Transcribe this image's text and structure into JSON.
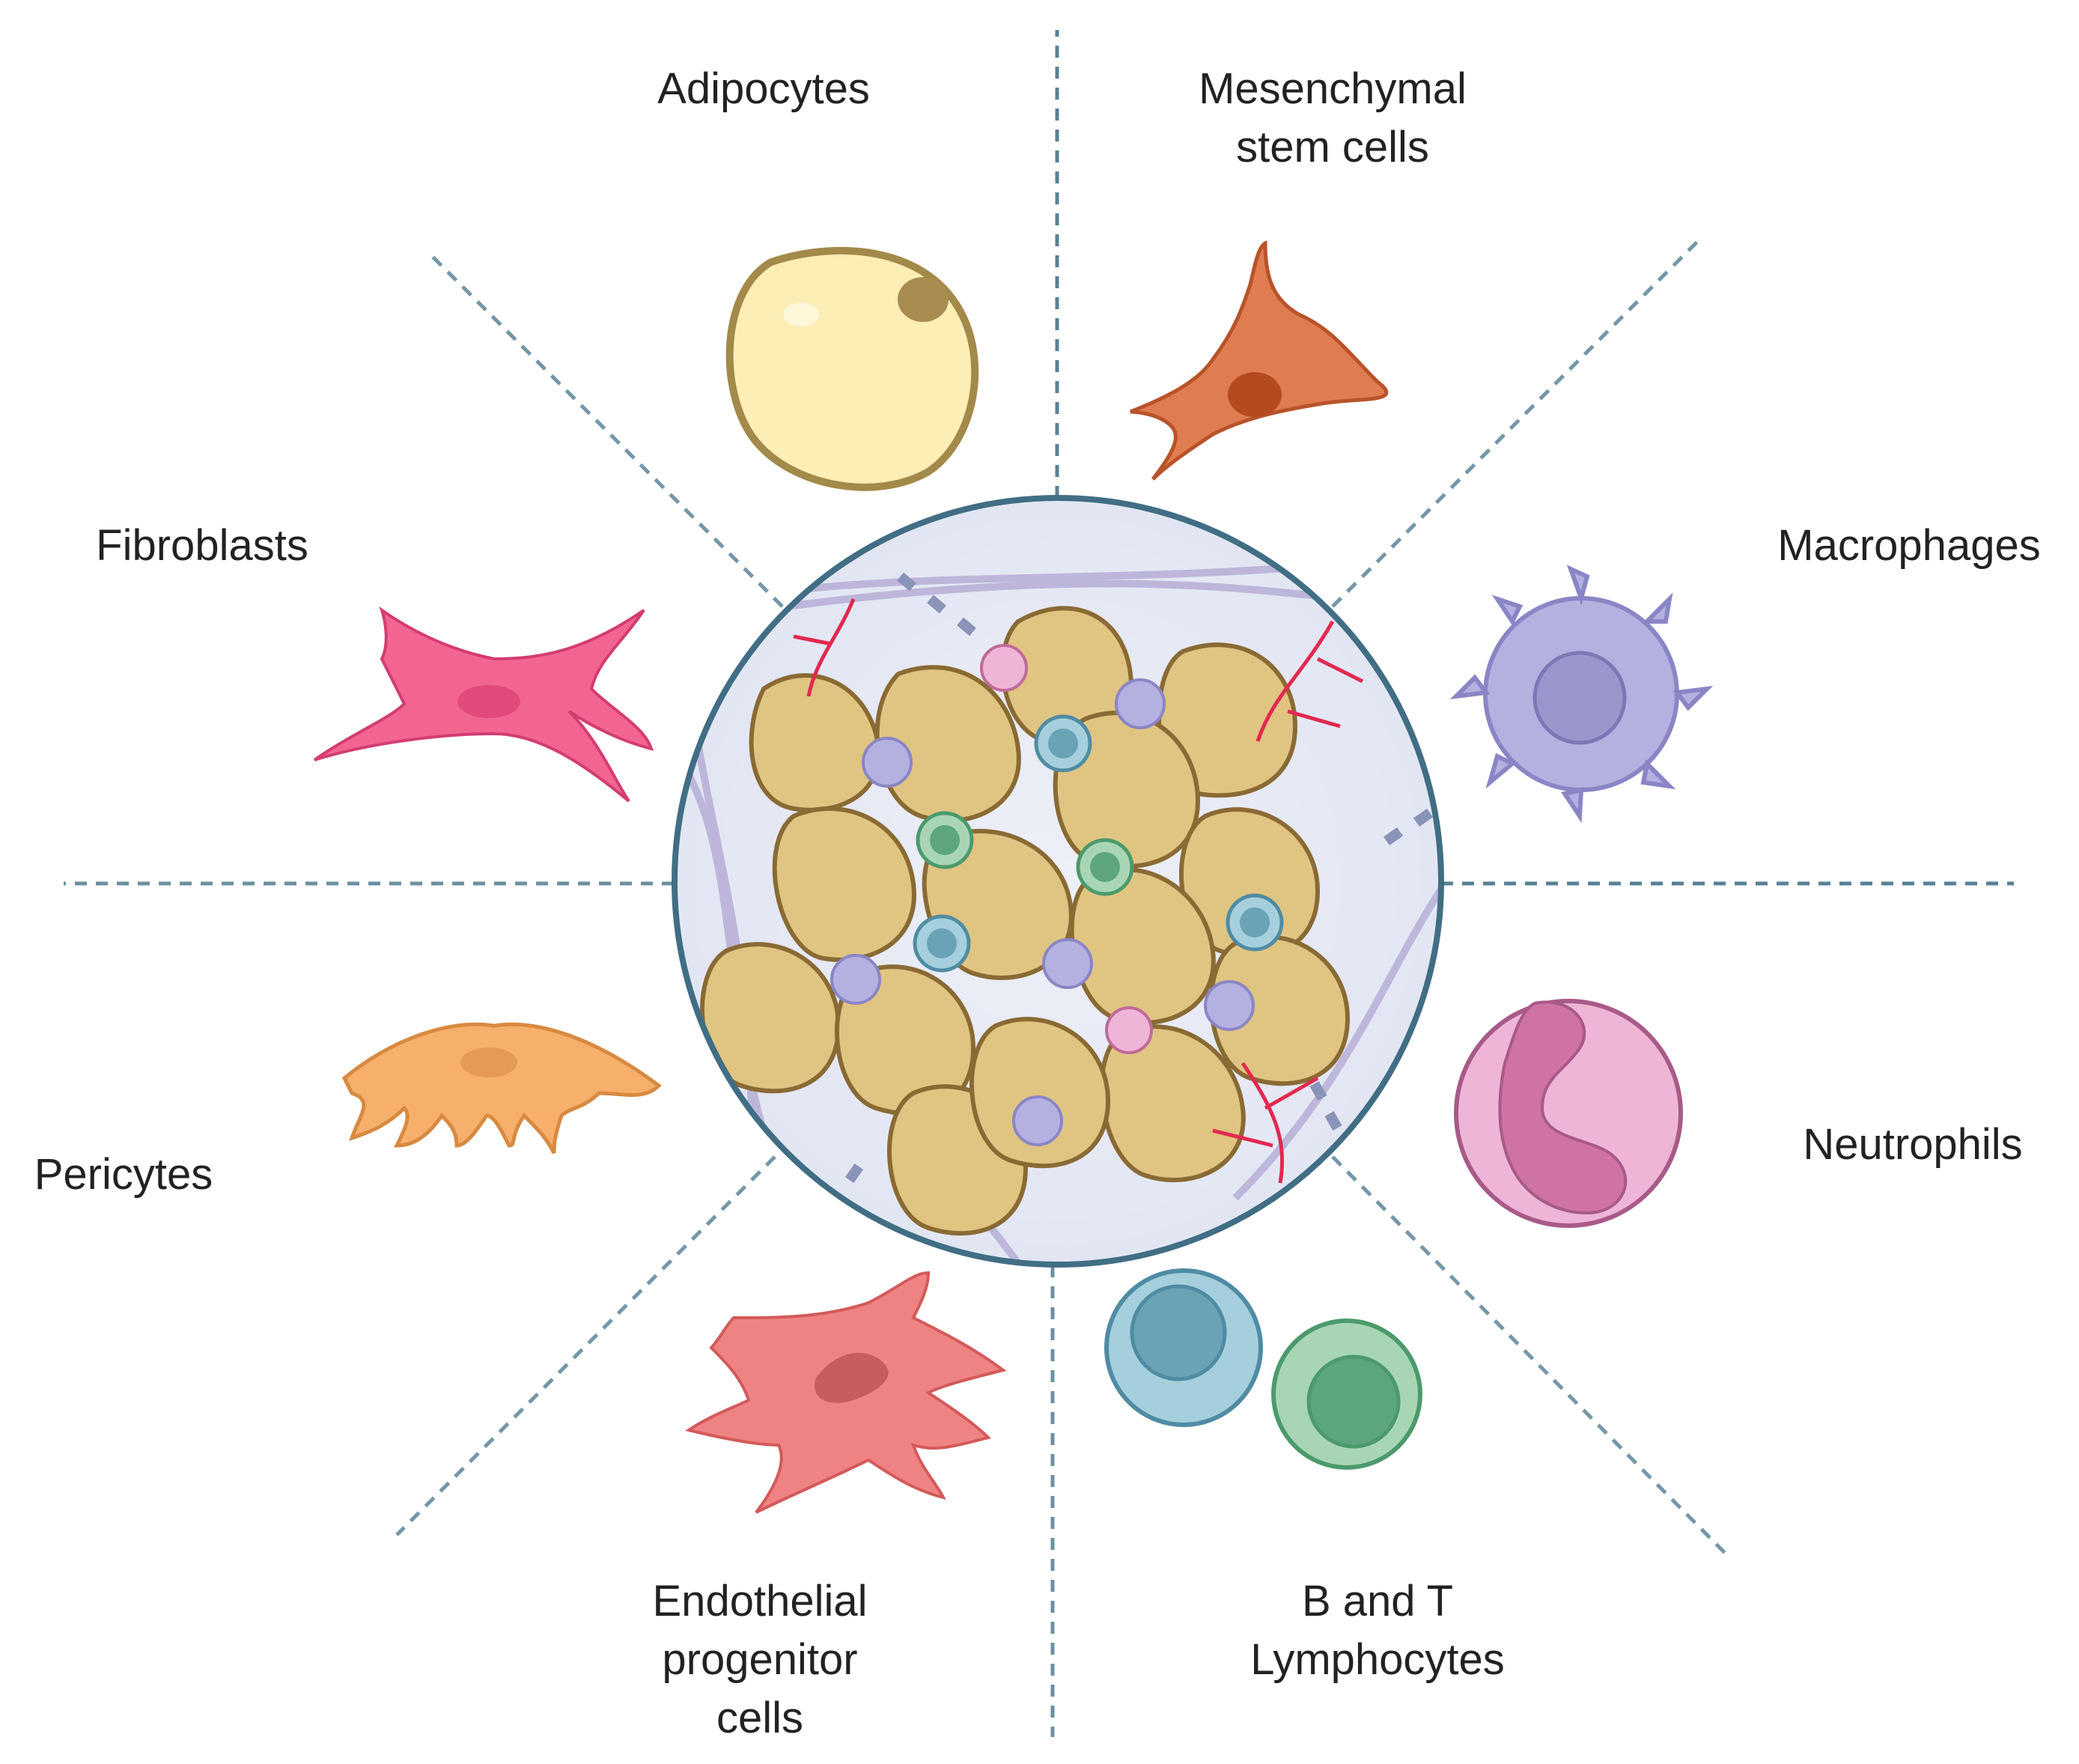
{
  "labels": {
    "adipocytes": [
      "Adipocytes"
    ],
    "msc": [
      "Mesenchymal",
      "stem cells"
    ],
    "fibroblasts": [
      "Fibroblasts"
    ],
    "macrophages": [
      "Macrophages"
    ],
    "pericytes": [
      "Pericytes"
    ],
    "neutrophils": [
      "Neutrophils"
    ],
    "epc": [
      "Endothelial",
      "progenitor",
      "cells"
    ],
    "lymphocytes": [
      "B and T",
      "Lymphocytes"
    ]
  },
  "colors": {
    "adipocyte_fill": "#fdeeb6",
    "adipocyte_border": "#a38a4a",
    "msc": "#d9845a",
    "fibroblast": "#f26591",
    "macrophage": "#b4b0e0",
    "pericyte": "#f6b06c",
    "neutrophil": "#eeb5d6",
    "epc": "#ef8383",
    "b_cell": "#a5cfdc",
    "t_cell": "#a8d6b4",
    "circle_border": "#416e84",
    "tissue_fat": "#e0c481",
    "dash_line": "#3b6b82"
  }
}
